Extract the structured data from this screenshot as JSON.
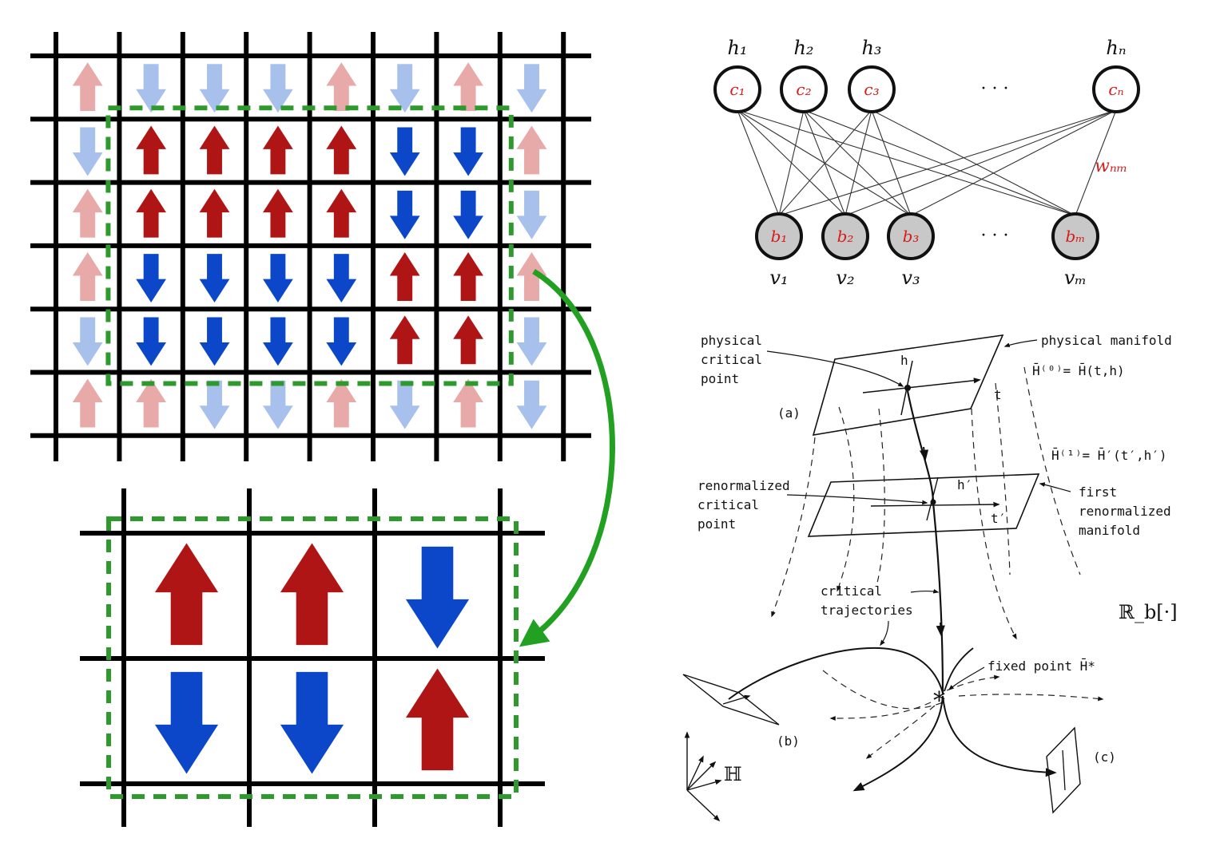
{
  "colors": {
    "up_strong": "#b01515",
    "down_strong": "#0b47c8",
    "up_faded": "#e8aaa8",
    "down_faded": "#a8c0ec",
    "block_border": "#2e9a2e",
    "arrow_green": "#22a022",
    "lattice": "#000000",
    "rbm_label": "#d81b1b",
    "hidden_fill": "#ffffff",
    "visible_fill": "#c8c8c8"
  },
  "spin_lattice": {
    "grid": [
      [
        "U",
        "D",
        "D",
        "D",
        "U",
        "D",
        "U",
        "D"
      ],
      [
        "D",
        "U",
        "U",
        "U",
        "U",
        "D",
        "D",
        "U"
      ],
      [
        "U",
        "U",
        "U",
        "U",
        "U",
        "D",
        "D",
        "D"
      ],
      [
        "U",
        "D",
        "D",
        "D",
        "D",
        "U",
        "U",
        "U"
      ],
      [
        "D",
        "D",
        "D",
        "D",
        "D",
        "U",
        "U",
        "D"
      ],
      [
        "U",
        "U",
        "D",
        "D",
        "U",
        "D",
        "U",
        "D"
      ]
    ],
    "block_rows": [
      1,
      4
    ],
    "block_cols": [
      1,
      6
    ]
  },
  "coarse_lattice": {
    "grid": [
      [
        "U",
        "U",
        "D"
      ],
      [
        "D",
        "D",
        "U"
      ]
    ]
  },
  "rbm": {
    "hidden_top_labels": [
      "h₁",
      "h₂",
      "h₃",
      "hₙ"
    ],
    "hidden_node_labels": [
      "c₁",
      "c₂",
      "c₃",
      "cₙ"
    ],
    "visible_node_labels": [
      "b₁",
      "b₂",
      "b₃",
      "bₘ"
    ],
    "visible_bottom_labels": [
      "v₁",
      "v₂",
      "v₃",
      "vₘ"
    ],
    "ellipsis_top": "· · ·",
    "ellipsis_bottom": "· · ·",
    "weight_label": "wₙₘ"
  },
  "rg_flow": {
    "physical_critical_point": [
      "physical",
      "critical",
      "point"
    ],
    "physical_manifold": "physical manifold",
    "h0_eq": "H̄⁽⁰⁾= H̄(t,h)",
    "axis_h": "h",
    "axis_t": "t",
    "label_a": "(a)",
    "h1_eq": "H̄⁽¹⁾= H̄′(t′,h′)",
    "renormalized_critical_point": [
      "renormalized",
      "critical",
      "point"
    ],
    "axis_h_prime": "h′",
    "axis_t_prime": "t′",
    "first_renormalized_manifold": [
      "first",
      "renormalized",
      "manifold"
    ],
    "critical_trajectories": [
      "critical",
      "trajectories"
    ],
    "rb_operator": "ℝ_b[·]",
    "fixed_point": "fixed point H̄*",
    "star": "*",
    "label_b": "(b)",
    "label_c": "(c)",
    "hilbert": "ℍ"
  }
}
